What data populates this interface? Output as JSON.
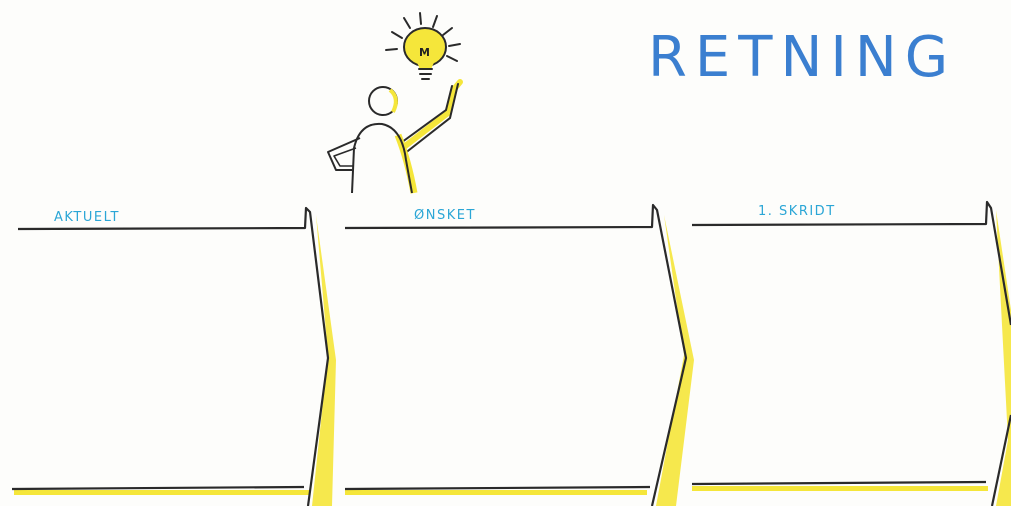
{
  "title": "RETNING",
  "columns": [
    {
      "label": "AKTUELT"
    },
    {
      "label": "ØNSKET"
    },
    {
      "label": "1. SKRIDT"
    }
  ],
  "illustration": {
    "bulb_letter": "M",
    "icon": "person-with-lightbulb-icon"
  },
  "colors": {
    "title": "#3b7fd0",
    "labels": "#2ba6d6",
    "ink": "#2a2a2a",
    "highlight": "#f5e63a"
  }
}
